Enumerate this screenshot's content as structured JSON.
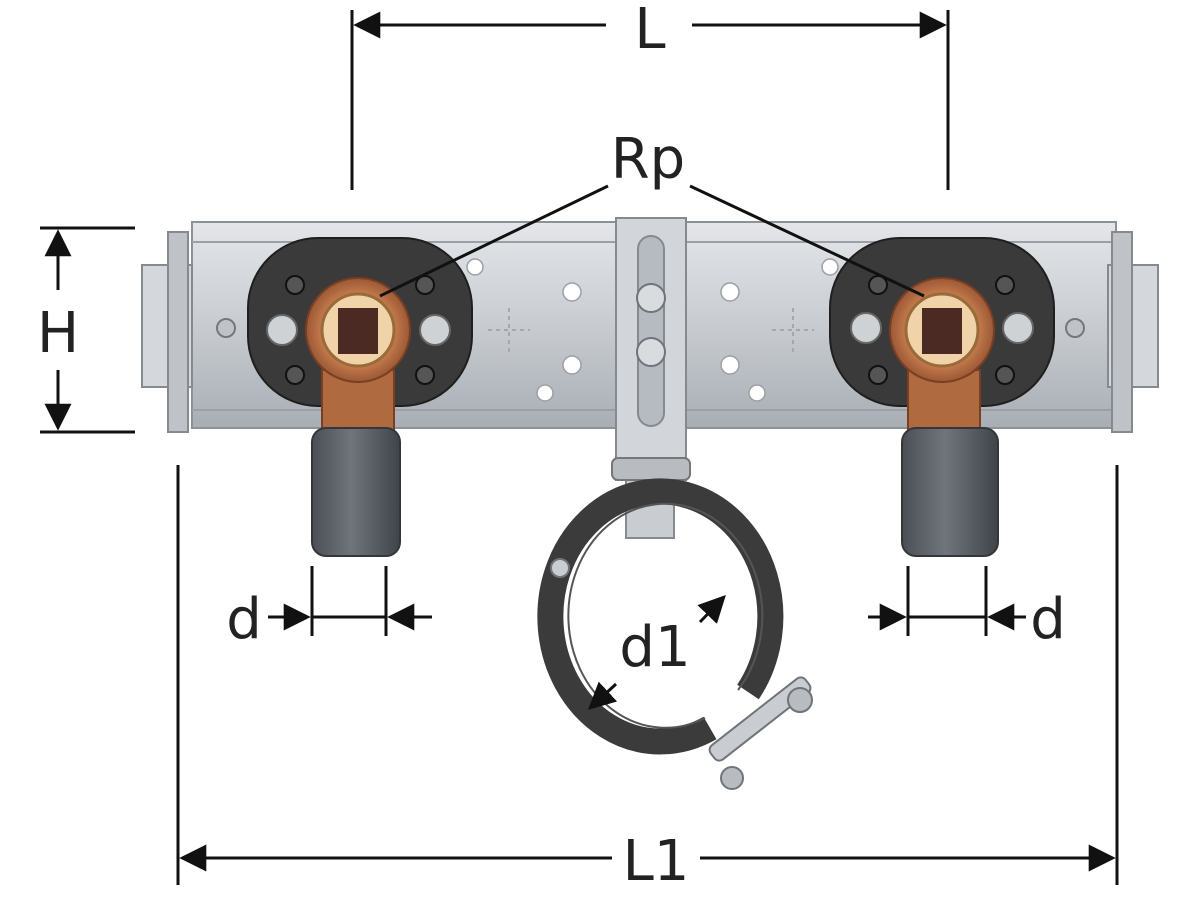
{
  "dimensions": {
    "length": "L",
    "thread": "Rp",
    "height": "H",
    "pipe_left": "d",
    "pipe_right": "d",
    "clamp": "d1",
    "overall_length": "L1"
  },
  "colors": {
    "line": "#111111",
    "bracket": "#c9ccd0",
    "bracket_edge": "#8d9297",
    "plate": "#3a3a3a",
    "copper": "#c2784a",
    "copper_dark": "#8a4a2c",
    "sleeve": "#5b5f66",
    "clamp": "#3b3b3b"
  }
}
